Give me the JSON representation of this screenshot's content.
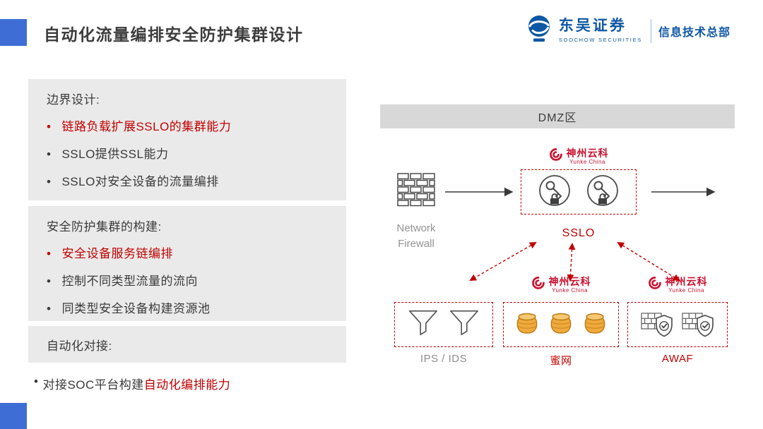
{
  "header": {
    "title": "自动化流量编排安全防护集群设计",
    "brand_name": "东吴证券",
    "brand_sub": "SOOCHOW SECURITIES",
    "brand_dept": "信息技术总部"
  },
  "panels": [
    {
      "heading": "边界设计:",
      "items": [
        {
          "text": "链路负载扩展SSLO的集群能力",
          "highlight": true
        },
        {
          "text": "SSLO提供SSL能力",
          "highlight": false
        },
        {
          "text": "SSLO对安全设备的流量编排",
          "highlight": false
        }
      ]
    },
    {
      "heading": "安全防护集群的构建:",
      "items": [
        {
          "text": "安全设备服务链编排",
          "highlight": true
        },
        {
          "text": "控制不同类型流量的流向",
          "highlight": false
        },
        {
          "text": "同类型安全设备构建资源池",
          "highlight": false
        }
      ]
    },
    {
      "heading": "自动化对接:",
      "items": []
    }
  ],
  "soc_bullet": {
    "normal": "对接SOC平台构建",
    "highlight": "自动化编排能力"
  },
  "diagram": {
    "zone": "DMZ区",
    "firewall_line1": "Network",
    "firewall_line2": "Firewall",
    "sslo": "SSLO",
    "ips": "IPS / IDS",
    "honeynet": "蜜网",
    "awaf": "AWAF",
    "vendor_name": "神州云科",
    "vendor_sub": "Yunke China"
  },
  "colors": {
    "accent_blue": "#3e6ed5",
    "brand_blue": "#0e57a5",
    "highlight_red": "#c00000",
    "vendor_red": "#c8102e",
    "panel_gray": "#eaeaea",
    "zone_gray": "#d8d8d8",
    "text_dark": "#3a3a3a",
    "muted_gray": "#8f8f8f"
  }
}
